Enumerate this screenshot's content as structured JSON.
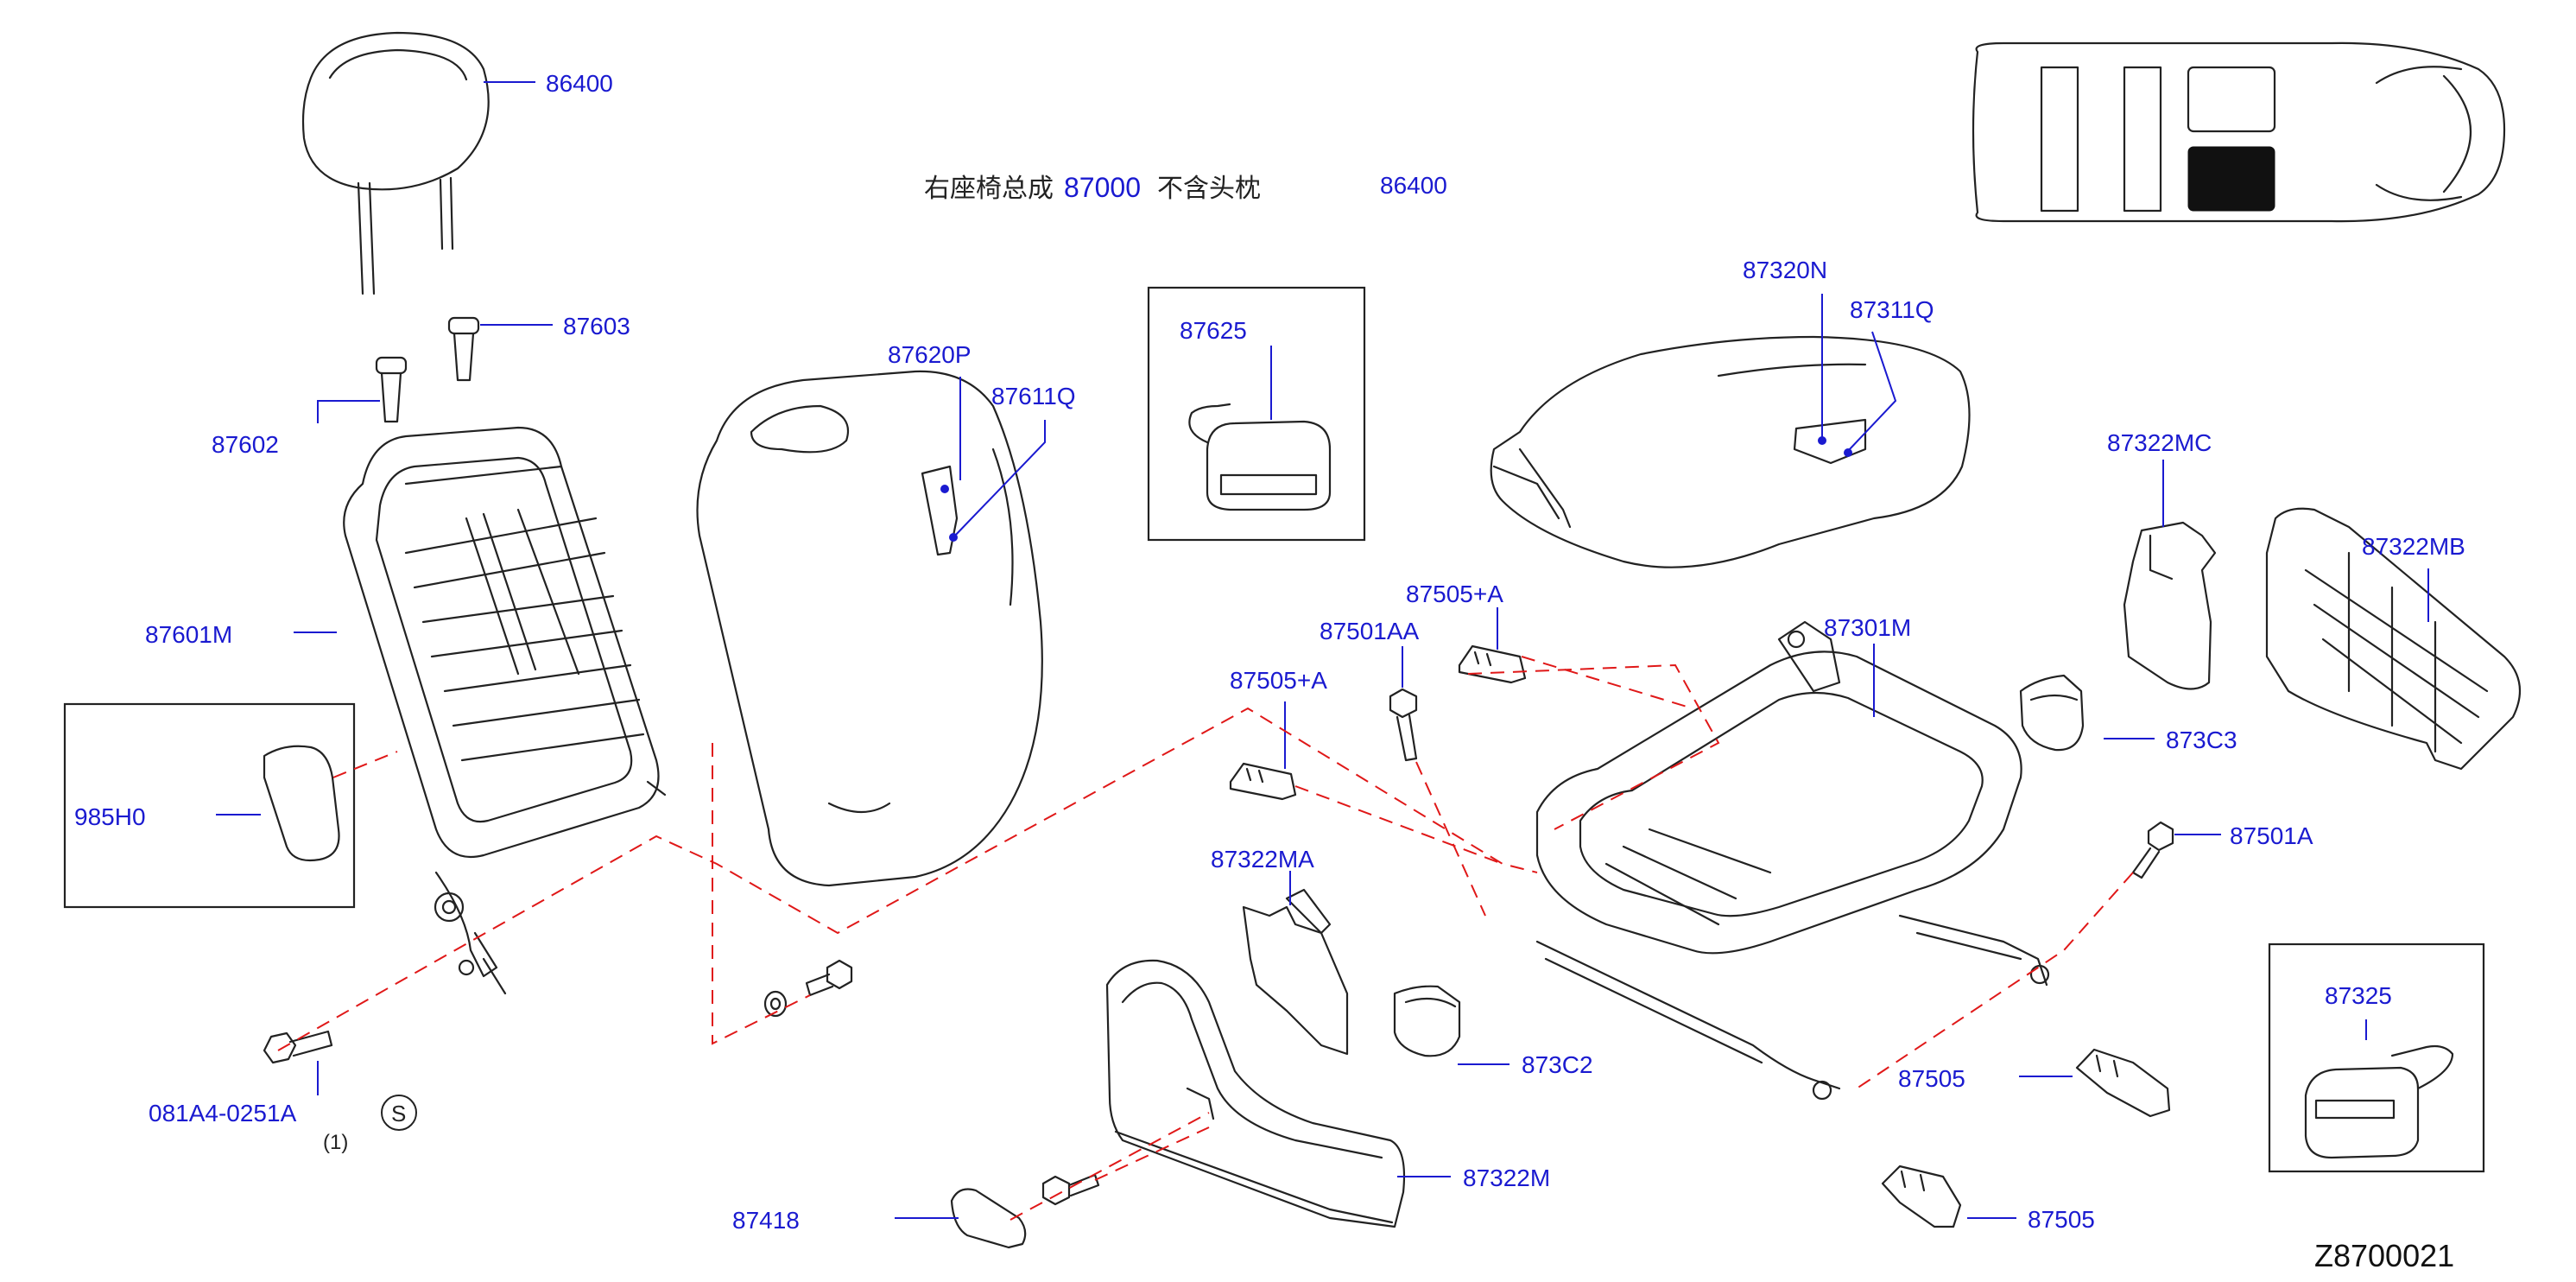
{
  "title_cn": "右座椅总成",
  "title_part": "87000",
  "title_note": "不含头枕",
  "title_extra": "86400",
  "drawing_code": "Z8700021",
  "labels": {
    "p86400": "86400",
    "p87603": "87603",
    "p87602": "87602",
    "p87601M": "87601M",
    "p985H0": "985H0",
    "p081A4": "081A4-0251A",
    "qty": "(1)",
    "s_mark": "S",
    "p87620P": "87620P",
    "p87611Q": "87611Q",
    "p87625": "87625",
    "p87320N": "87320N",
    "p87311Q": "87311Q",
    "p87322MC": "87322MC",
    "p87322MB": "87322MB",
    "p87505A_1": "87505+A",
    "p87501AA": "87501AA",
    "p87505A_2": "87505+A",
    "p87301M": "87301M",
    "p873C3": "873C3",
    "p87501A": "87501A",
    "p87322MA": "87322MA",
    "p873C2": "873C2",
    "p87325": "87325",
    "p87505_1": "87505",
    "p87505_2": "87505",
    "p87418": "87418",
    "p87322M": "87322M"
  },
  "colors": {
    "label": "#1a1ad0",
    "dashed": "#e01818",
    "line": "#222222"
  }
}
